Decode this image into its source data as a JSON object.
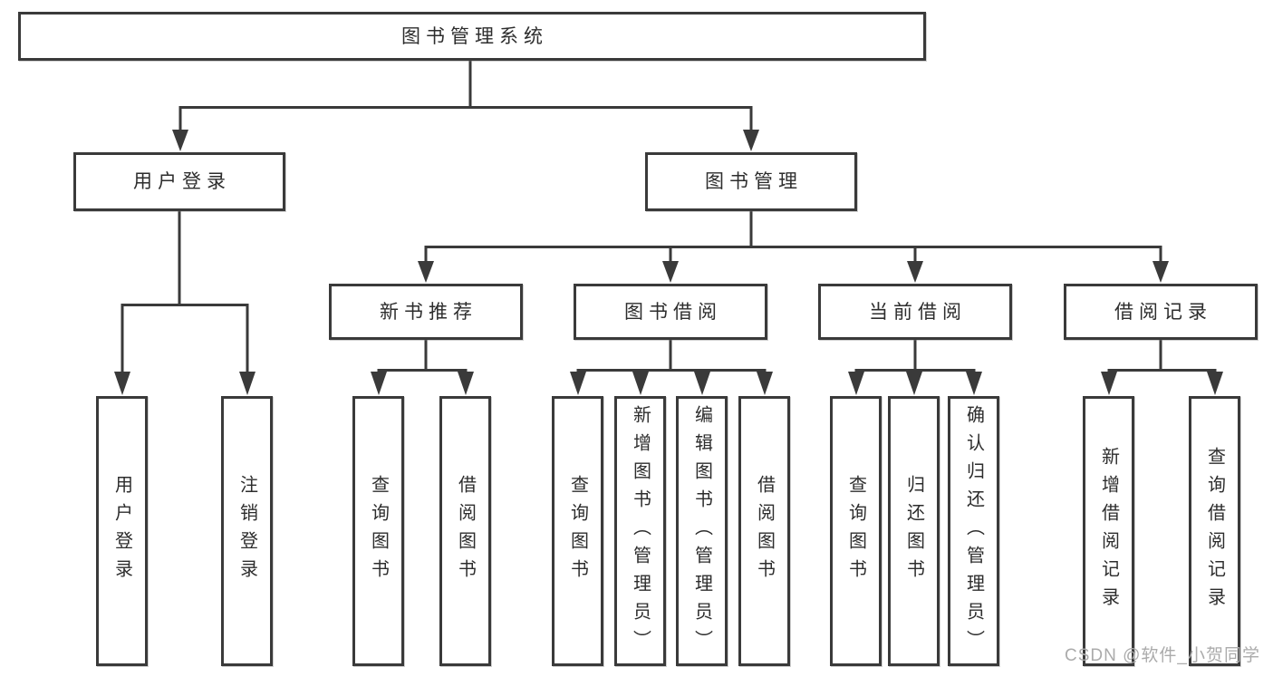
{
  "diagram": {
    "nodes": {
      "root": "图书管理系统",
      "user_login": "用户登录",
      "book_management": "图书管理",
      "new_book_recommend": "新书推荐",
      "book_borrow": "图书借阅",
      "current_borrow": "当前借阅",
      "borrow_record": "借阅记录",
      "leaf_user_login": "用户登录",
      "leaf_logout": "注销登录",
      "leaf_rec_query_book": "查询图书",
      "leaf_rec_borrow_book": "借阅图书",
      "leaf_bb_query_book": "查询图书",
      "leaf_bb_add_book": "新增图书（管理员）",
      "leaf_bb_edit_book": "编辑图书（管理员）",
      "leaf_bb_borrow_book": "借阅图书",
      "leaf_cb_query_book": "查询图书",
      "leaf_cb_return_book": "归还图书",
      "leaf_cb_confirm_return": "确认归还（管理员）",
      "leaf_br_add_record": "新增借阅记录",
      "leaf_br_query_record": "查询借阅记录"
    },
    "colors": {
      "line": "#3a3a3a",
      "box_border": "#3a3a3a",
      "box_fill": "#ffffff",
      "text": "#2d2d2d",
      "watermark": "#ababab",
      "background": "#ffffff"
    },
    "watermark": "CSDN @软件_小贺同学"
  }
}
